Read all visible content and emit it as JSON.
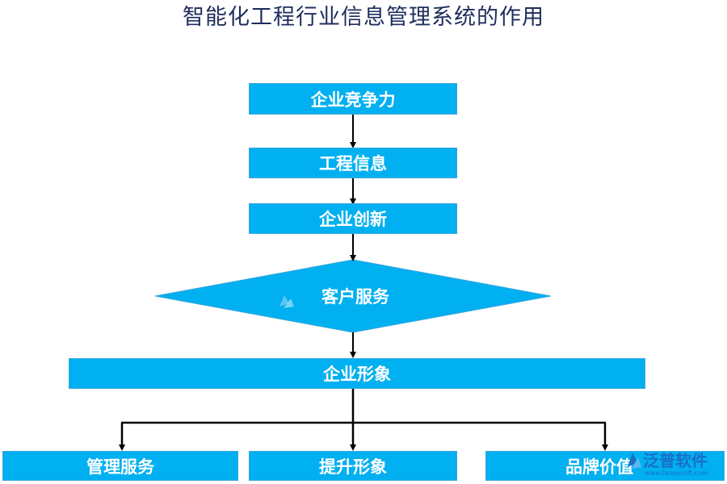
{
  "title": "智能化工程行业信息管理系统的作用",
  "nodes": {
    "competitiveness": "企业竞争力",
    "engineering_info": "工程信息",
    "innovation": "企业创新",
    "customer_service": "客户服务",
    "corporate_image": "企业形象",
    "management_service": "管理服务",
    "improve_image": "提升形象",
    "brand_value": "品牌价值"
  },
  "watermark": {
    "brand": "泛普软件",
    "url": "www.fanpusoft.com"
  },
  "colors": {
    "box_fill": "#00b0f0",
    "title": "#1f2d5c",
    "arrow": "#000000",
    "watermark": "#1a6fc7"
  }
}
